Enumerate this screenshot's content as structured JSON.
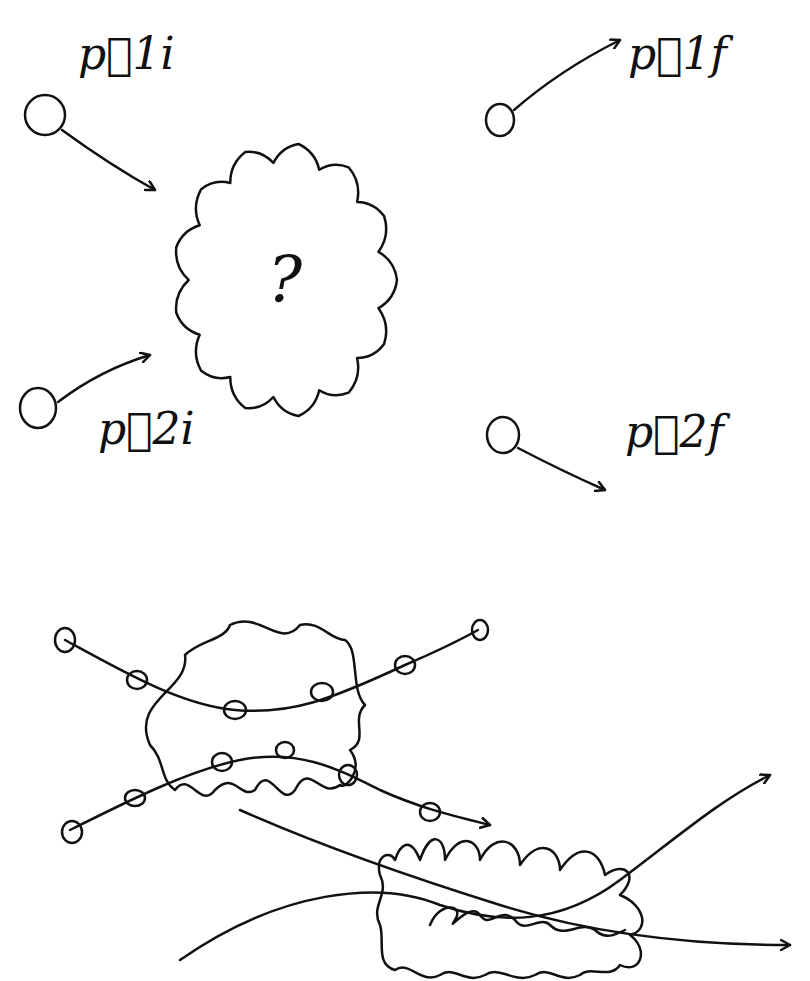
{
  "diagram": {
    "nodes": [
      {
        "text": [
          "?"
        ]
      }
    ],
    "labels": [
      "p⃗1i",
      "p⃗2i",
      "p⃗1f",
      "p⃗2f"
    ]
  }
}
